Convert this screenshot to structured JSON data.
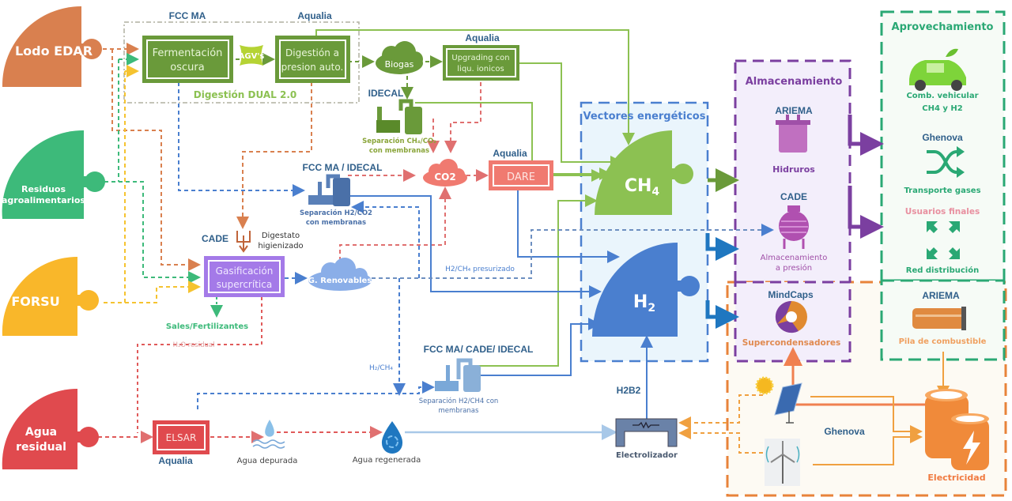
{
  "sources": [
    {
      "id": "lodo",
      "label": "Lodo EDAR",
      "color": "#d9804f"
    },
    {
      "id": "residuos",
      "label_lines": [
        "Residuos",
        "agroalimentarios"
      ],
      "color": "#3dba7a"
    },
    {
      "id": "forsu",
      "label": "FORSU",
      "color": "#f9b72a"
    },
    {
      "id": "agua",
      "label_lines": [
        "Agua",
        "residual"
      ],
      "color": "#e04a4e"
    }
  ],
  "digestion_group": {
    "title": "Digestión DUAL 2.0",
    "org_left": "FCC MA",
    "org_right": "Aqualia",
    "fermentacion": [
      "Fermentación",
      "oscura"
    ],
    "agv": "AGV's",
    "digestion": [
      "Digestión a",
      "presion auto."
    ]
  },
  "biogas": "Biogas",
  "upgrading": {
    "org": "Aqualia",
    "lines": [
      "Upgrading con",
      "liqu. ionicos"
    ]
  },
  "sep_ch4_co2": {
    "org": "IDECAL",
    "lines": [
      "Separación CH₄/CO₂",
      "con membranas"
    ]
  },
  "co2": "CO2",
  "dare": {
    "org": "Aqualia",
    "label": "DARE"
  },
  "sep_h2_co2": {
    "org": "FCC MA / IDECAL",
    "lines": [
      "Separación H2/CO2",
      "con membranas"
    ]
  },
  "cade_digestato": {
    "org": "CADE",
    "lines": [
      "Digestato",
      "higienizado"
    ]
  },
  "gasificacion": [
    "Gasificación",
    "supercrítica"
  ],
  "g_renovables": "G. Renovables",
  "h2ch4_presurizado": "H2/CH₄ presurizado",
  "sales": "Sales/Fertilizantes",
  "h2o_residual": "H₂O residual",
  "h2ch4": "H₂/CH₄",
  "sep_h2_ch4": {
    "org": "FCC MA/ CADE/ IDECAL",
    "lines": [
      "Separación H2/CH4 con",
      "membranas"
    ]
  },
  "elsar": {
    "label": "ELSAR",
    "org": "Aqualia"
  },
  "agua_depurada": "Agua depurada",
  "agua_regenerada": "Agua regenerada",
  "electrolizador": {
    "org": "H2B2",
    "label": "Electrolizador"
  },
  "vectores": {
    "title": "Vectores energéticos",
    "ch4": "CH",
    "ch4_sub": "4",
    "h2": "H",
    "h2_sub": "2"
  },
  "almacenamiento": {
    "title": "Almacenamiento",
    "hidruros": {
      "org": "ARIEMA",
      "label": "Hidruros"
    },
    "presion": {
      "org": "CADE",
      "lines": [
        "Almacenamiento",
        "a presión"
      ]
    },
    "supercond": {
      "org": "MindCaps",
      "label": "Supercondensadores"
    }
  },
  "aprovechamiento": {
    "title": "Aprovechamiento",
    "vehicular": [
      "Comb. vehicular",
      "CH4 y H2"
    ],
    "transporte": {
      "org": "Ghenova",
      "label": "Transporte gases"
    },
    "usuarios": "Usuarios finales",
    "red": "Red distribución",
    "pila": {
      "org": "ARIEMA",
      "label": "Pila de combustible"
    }
  },
  "electricidad": {
    "org": "Ghenova",
    "label": "Electricidad"
  },
  "colors": {
    "green_dark": "#6a9a3a",
    "green_light": "#8cc152",
    "blue": "#4a7fcf",
    "purple": "#7b3fa0",
    "orange": "#e8833a",
    "red": "#e05a5a",
    "teal": "#2aa874"
  }
}
